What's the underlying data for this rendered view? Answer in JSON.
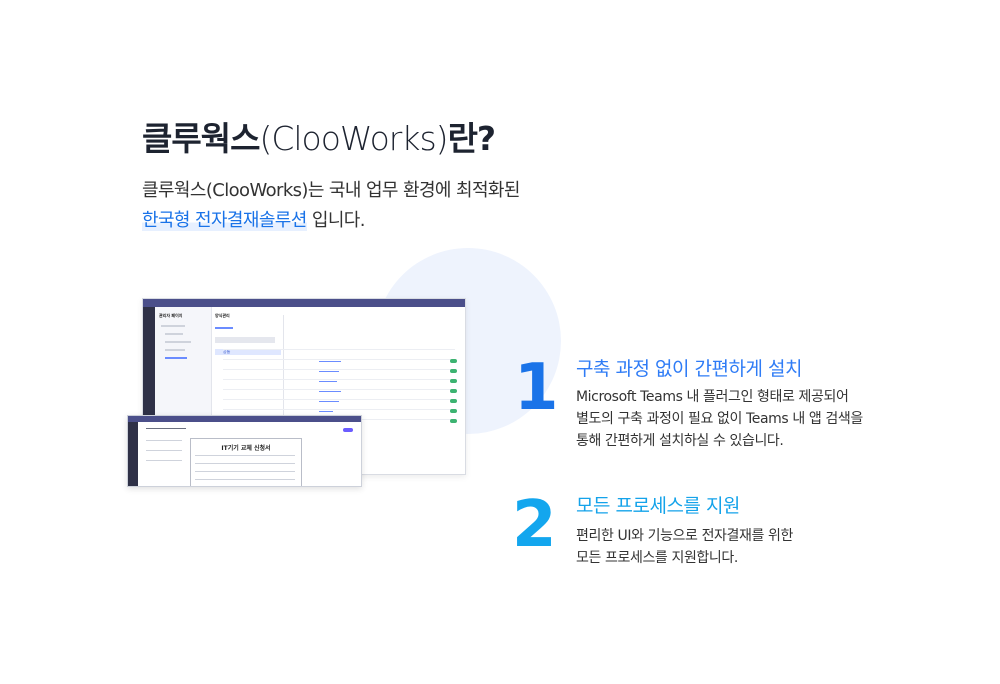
{
  "heading": {
    "part1": "클루웍스",
    "part2": "(ClooWorks)",
    "part3": "란?"
  },
  "description": {
    "line1": "클루웍스(ClooWorks)는 국내 업무 환경에 최적화된",
    "highlight": "한국형 전자결재솔루션",
    "line2_rest": " 입니다."
  },
  "screenshot_main": {
    "header_title": "관리자 페이지",
    "section_title": "양식관리",
    "folder_label": "공통"
  },
  "screenshot_small": {
    "form_title": "IT기기 교체 신청서"
  },
  "features": [
    {
      "number": "1",
      "title": "구축 과정 없이 간편하게 설치",
      "lines": [
        "Microsoft Teams 내 플러그인 형태로 제공되어",
        "별도의 구축 과정이 필요 없이 Teams 내 앱 검색을",
        "통해 간편하게 설치하실 수 있습니다."
      ]
    },
    {
      "number": "2",
      "title": "모든 프로세스를 지원",
      "lines": [
        "편리한 UI와 기능으로 전자결재를 위한",
        "모든 프로세스를 지원합니다."
      ]
    }
  ],
  "colors": {
    "accent_blue": "#1a73e8",
    "accent_cyan": "#13a6ee",
    "teams_purple": "#4b4f8a"
  }
}
